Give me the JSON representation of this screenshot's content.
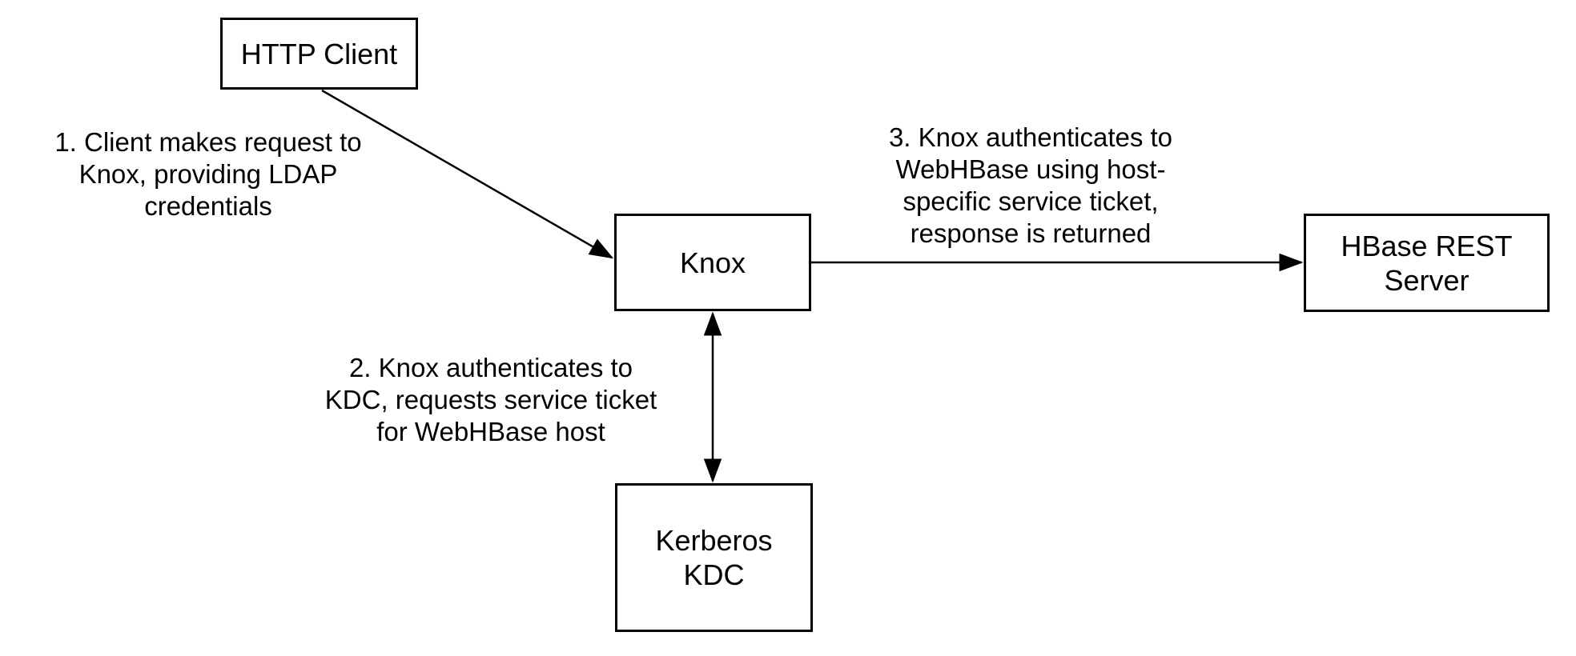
{
  "diagram": {
    "background_color": "#ffffff",
    "line_color": "#000000",
    "text_color": "#000000",
    "nodes": {
      "http_client": {
        "label": "HTTP Client",
        "lines": [
          "HTTP Client"
        ]
      },
      "knox": {
        "label": "Knox",
        "lines": [
          "Knox"
        ]
      },
      "hbase_rest_server": {
        "label": "HBase REST Server",
        "lines": [
          "HBase REST",
          "Server"
        ]
      },
      "kerberos_kdc": {
        "label": "Kerberos KDC",
        "lines": [
          "Kerberos",
          "KDC"
        ]
      }
    },
    "annotations": {
      "step1": {
        "text": "1. Client makes request to Knox, providing LDAP credentials",
        "lines": [
          "1. Client makes request to",
          "Knox, providing LDAP",
          "credentials"
        ]
      },
      "step2": {
        "text": "2. Knox authenticates to KDC, requests service ticket for WebHBase host",
        "lines": [
          "2. Knox authenticates to",
          "KDC, requests service ticket",
          "for WebHBase host"
        ]
      },
      "step3": {
        "text": "3. Knox authenticates to WebHBase using host-specific service ticket, response is returned",
        "lines": [
          "3. Knox authenticates to",
          "WebHBase using host-",
          "specific service ticket,",
          "response is returned"
        ]
      }
    }
  }
}
